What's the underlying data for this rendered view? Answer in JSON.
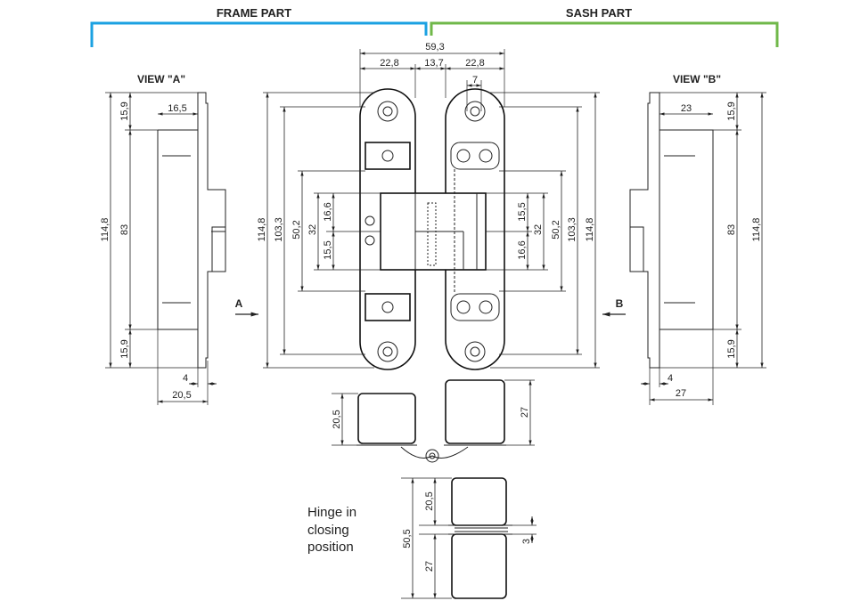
{
  "header": {
    "frame_part": "FRAME PART",
    "sash_part": "SASH PART",
    "frame_color": "#1ba1e2",
    "sash_color": "#70b84a"
  },
  "view_a": {
    "title": "VIEW \"A\"",
    "overall_height": "114,8",
    "middle": "83",
    "top": "15,9",
    "bottom": "15,9",
    "top_width": "16,5",
    "offset": "4",
    "depth": "20,5"
  },
  "view_b": {
    "title": "VIEW \"B\"",
    "overall_height": "114,8",
    "middle": "83",
    "top": "15,9",
    "bottom": "15,9",
    "top_width": "23",
    "offset": "4",
    "depth": "27"
  },
  "arrows": {
    "a": "A",
    "b": "B"
  },
  "front": {
    "total_width": "59,3",
    "left_width": "22,8",
    "center_width": "13,7",
    "right_width": "22,8",
    "slot": "7",
    "left": {
      "h1": "114,8",
      "h2": "103,3",
      "h3": "50,2",
      "h4": "32",
      "h5": "16,6",
      "h6": "15,5"
    },
    "right": {
      "h1": "114,8",
      "h2": "103,3",
      "h3": "50,2",
      "h4": "32",
      "h5": "15,5",
      "h6": "16,6"
    }
  },
  "side": {
    "frame_depth": "20,5",
    "sash_depth": "27"
  },
  "closing": {
    "label_lines": [
      "Hinge in",
      "closing",
      "position"
    ],
    "total": "50,5",
    "frame": "20,5",
    "sash": "27",
    "gap": "3"
  }
}
